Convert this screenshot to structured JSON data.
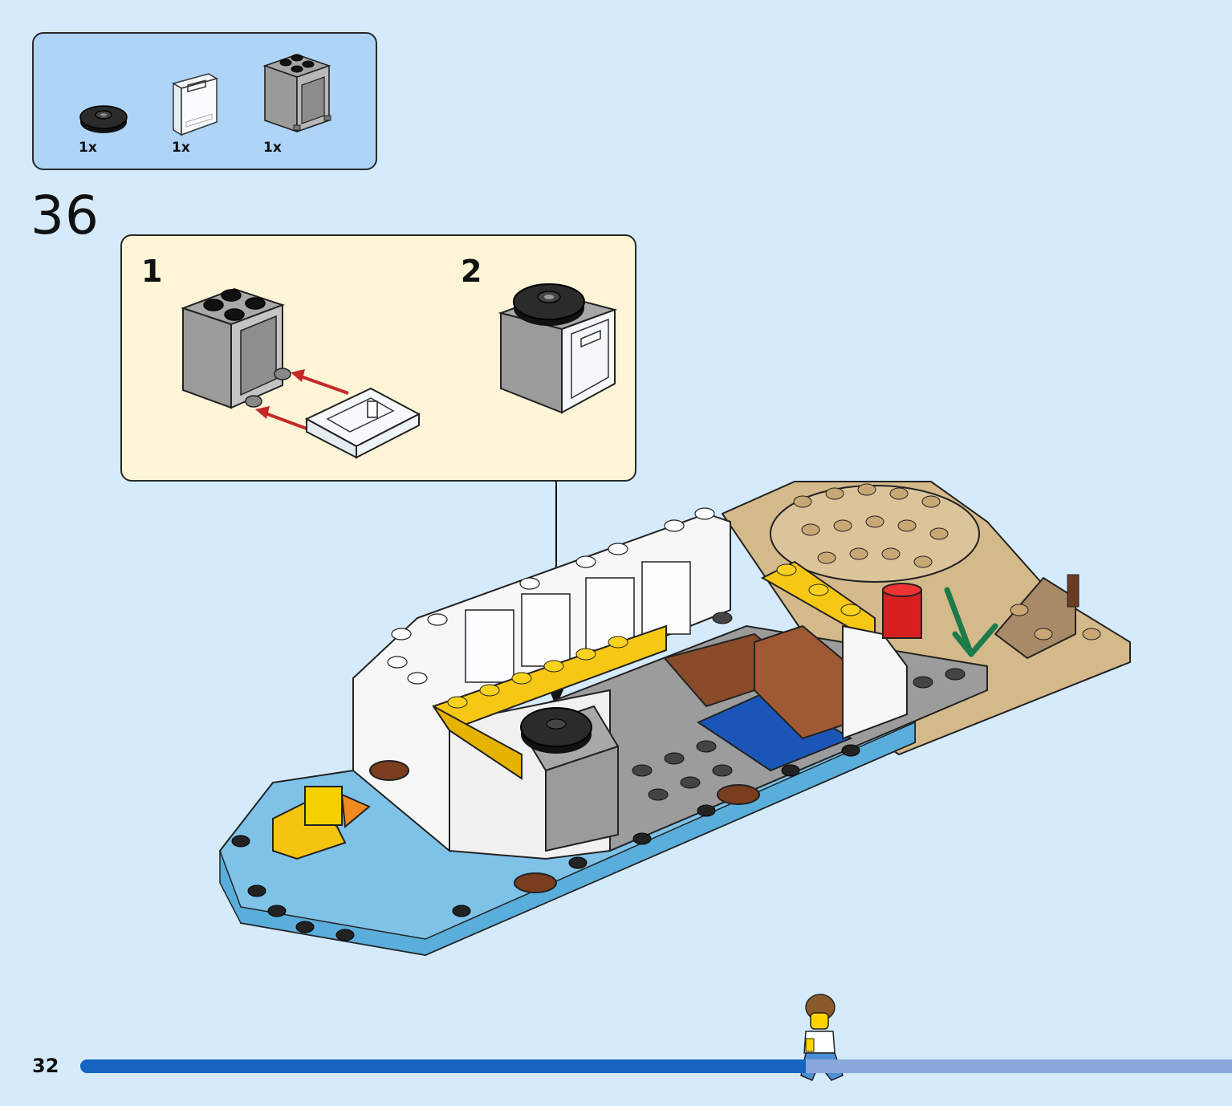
{
  "parts_list": {
    "items": [
      {
        "icon": "round-plate-black-icon",
        "qty": "1x"
      },
      {
        "icon": "transparent-door-icon",
        "qty": "1x"
      },
      {
        "icon": "grey-cupboard-icon",
        "qty": "1x"
      }
    ]
  },
  "step": {
    "number": "36"
  },
  "sub_steps": [
    {
      "number": "1"
    },
    {
      "number": "2"
    }
  ],
  "page": {
    "number": "32",
    "progress": 0.63
  },
  "colors": {
    "background": "#d5ebfb",
    "parts_box": "#aed4f7",
    "sub_box": "#fdf5d6",
    "progress_fill": "#1565c0",
    "progress_track": "#8aa8dc",
    "arrow_red": "#c62828"
  }
}
